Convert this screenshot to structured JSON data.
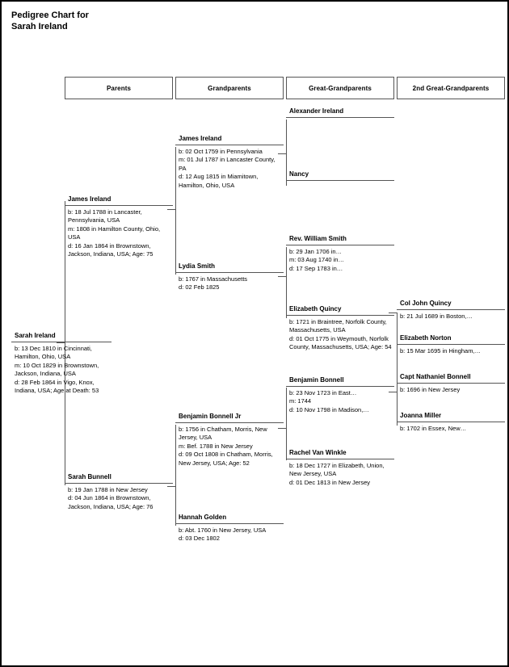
{
  "title": "Pedigree Chart for\nSarah Ireland",
  "columns": [
    {
      "label": "Parents"
    },
    {
      "label": "Grandparents"
    },
    {
      "label": "Great-Grandparents"
    },
    {
      "label": "2nd Great-Grandparents"
    }
  ],
  "subject": {
    "name": "Sarah Ireland",
    "detail": "b: 13 Dec 1810 in Cincinnati, Hamilton, Ohio, USA\nm: 10 Oct 1829 in Brownstown, Jackson, Indiana, USA\nd: 28 Feb 1864 in Vigo, Knox, Indiana, USA; Age at Death: 53"
  },
  "parents": [
    {
      "name": "James Ireland",
      "detail": "b: 18 Jul 1788 in Lancaster, Pennsylvania, USA\nm: 1808 in Hamilton County, Ohio, USA\nd: 16 Jan 1864 in Brownstown, Jackson, Indiana, USA; Age: 75"
    },
    {
      "name": "Sarah Bunnell",
      "detail": "b: 19 Jan 1788 in New Jersey\nd: 04 Jun 1864 in Brownstown, Jackson, Indiana, USA; Age: 76"
    }
  ],
  "grandparents": [
    {
      "name": "James Ireland",
      "detail": "b: 02 Oct 1759 in Pennsylvania\nm: 01 Jul 1787 in Lancaster County, PA\nd: 12 Aug 1815 in Miamitown, Hamilton, Ohio, USA"
    },
    {
      "name": "Lydia Smith",
      "detail": "b: 1767 in Massachusetts\nd: 02 Feb 1825"
    },
    {
      "name": "Benjamin Bonnell Jr",
      "detail": "b: 1756 in Chatham, Morris, New Jersey, USA\nm: Bef. 1788 in New Jersey\nd: 09 Oct 1808 in Chatham, Morris, New Jersey, USA; Age: 52"
    },
    {
      "name": "Hannah Golden",
      "detail": "b: Abt. 1760 in New Jersey, USA\nd: 03 Dec 1802"
    }
  ],
  "great_grandparents": [
    {
      "name": "Alexander Ireland",
      "detail": ""
    },
    {
      "name": "Nancy",
      "detail": ""
    },
    {
      "name": "Rev. William Smith",
      "detail": "b: 29 Jan 1706 in…\nm: 03 Aug 1740 in…\nd: 17 Sep 1783 in…"
    },
    {
      "name": "Elizabeth Quincy",
      "detail": "b: 1721 in Braintree, Norfolk County, Massachusetts, USA\nd: 01 Oct 1775 in Weymouth, Norfolk County, Massachusetts, USA; Age: 54"
    },
    {
      "name": "Benjamin Bonnell",
      "detail": "b: 23 Nov 1723 in East…\nm: 1744\nd: 10 Nov 1798 in Madison,…"
    },
    {
      "name": "Rachel Van Winkle",
      "detail": "b: 18 Dec 1727 in Elizabeth, Union, New Jersey, USA\nd: 01 Dec 1813 in New Jersey"
    }
  ],
  "second_great_grandparents": [
    {
      "name": "Col John Quincy",
      "detail": "b: 21 Jul 1689 in Boston,…"
    },
    {
      "name": "Elizabeth Norton",
      "detail": "b: 15 Mar 1695 in Hingham,…"
    },
    {
      "name": "Capt Nathaniel Bonnell",
      "detail": "b: 1696 in New Jersey"
    },
    {
      "name": "Joanna Miller",
      "detail": "b: 1702 in Essex, New…"
    }
  ]
}
